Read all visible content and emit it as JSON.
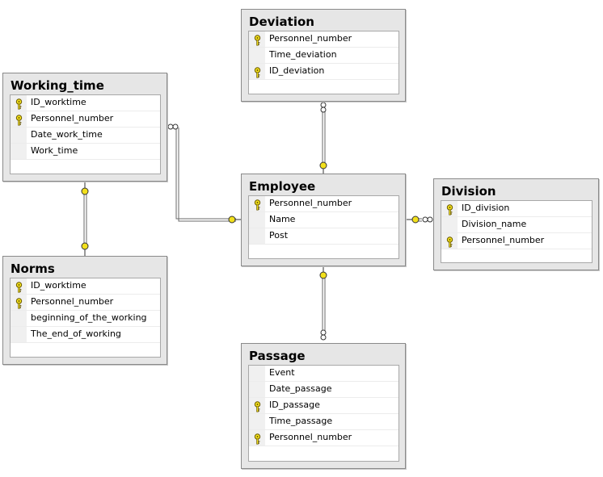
{
  "tables": {
    "deviation": {
      "title": "Deviation",
      "fields": [
        {
          "name": "Personnel_number",
          "key": true
        },
        {
          "name": "Time_deviation",
          "key": false
        },
        {
          "name": "ID_deviation",
          "key": true
        }
      ]
    },
    "working_time": {
      "title": "Working_time",
      "fields": [
        {
          "name": "ID_worktime",
          "key": true
        },
        {
          "name": "Personnel_number",
          "key": true
        },
        {
          "name": "Date_work_time",
          "key": false
        },
        {
          "name": "Work_time",
          "key": false
        }
      ]
    },
    "employee": {
      "title": "Employee",
      "fields": [
        {
          "name": "Personnel_number",
          "key": true
        },
        {
          "name": "Name",
          "key": false
        },
        {
          "name": "Post",
          "key": false
        }
      ]
    },
    "division": {
      "title": "Division",
      "fields": [
        {
          "name": "ID_division",
          "key": true
        },
        {
          "name": "Division_name",
          "key": false
        },
        {
          "name": "Personnel_number",
          "key": true
        }
      ]
    },
    "norms": {
      "title": "Norms",
      "fields": [
        {
          "name": "ID_worktime",
          "key": true
        },
        {
          "name": "Personnel_number",
          "key": true
        },
        {
          "name": "beginning_of_the_working",
          "key": false
        },
        {
          "name": "The_end_of_working",
          "key": false
        }
      ]
    },
    "passage": {
      "title": "Passage",
      "fields": [
        {
          "name": "Event",
          "key": false
        },
        {
          "name": "Date_passage",
          "key": false
        },
        {
          "name": "ID_passage",
          "key": true
        },
        {
          "name": "Time_passage",
          "key": false
        },
        {
          "name": "Personnel_number",
          "key": true
        }
      ]
    }
  },
  "colors": {
    "key_icon": "#f2e01c",
    "connector": "#555555",
    "panel": "#e6e6e6"
  },
  "icons": {
    "primary_key": "key-icon",
    "one_end": "key-endpoint-icon",
    "many_end": "infinity-endpoint-icon"
  }
}
